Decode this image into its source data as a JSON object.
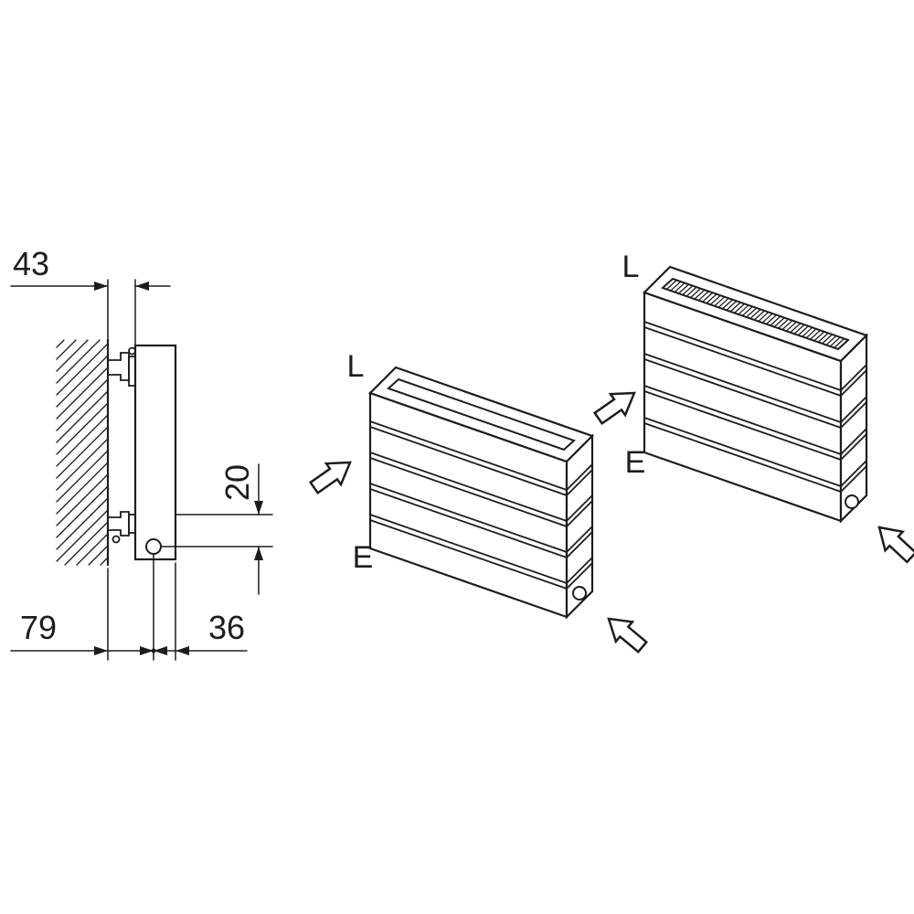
{
  "side_view": {
    "dim_wall_clearance": "43",
    "dim_pipe_height": "20",
    "dim_wall_to_pipe": "79",
    "dim_pipe_to_front": "36"
  },
  "plain_radiator": {
    "length_label": "L",
    "end_label": "E"
  },
  "grille_radiator": {
    "length_label": "L",
    "end_label": "E"
  },
  "colors": {
    "line": "#1d1d1d",
    "background": "#ffffff"
  }
}
